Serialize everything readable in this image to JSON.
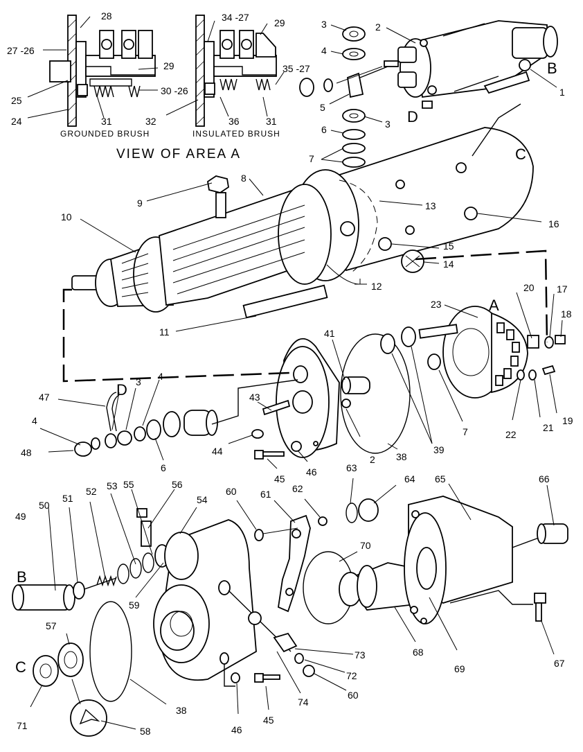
{
  "view": {
    "title": "VIEW OF AREA A",
    "caption_grounded": "GROUNDED BRUSH",
    "caption_insulated": "INSULATED BRUSH"
  },
  "area_letters": {
    "a": "A",
    "b_top": "B",
    "b_bottom": "B",
    "c_top": "C",
    "c_bottom": "C",
    "d_top": "D",
    "d_mid": "D"
  },
  "callouts": {
    "c1": "1",
    "c2": "2",
    "c2b": "2",
    "c3": "3",
    "c3b": "3",
    "c3c": "3",
    "c4": "4",
    "c4b": "4",
    "c4c": "4",
    "c5": "5",
    "c6": "6",
    "c6b": "6",
    "c7": "7",
    "c7b": "7",
    "c8": "8",
    "c9": "9",
    "c10": "10",
    "c11": "11",
    "c12": "12",
    "c13": "13",
    "c14": "14",
    "c15": "15",
    "c16": "16",
    "c17": "17",
    "c18": "18",
    "c19": "19",
    "c20": "20",
    "c21": "21",
    "c22": "22",
    "c23": "23",
    "c24": "24",
    "c25": "25",
    "c26": "27 -26",
    "c28": "28",
    "c29": "29",
    "c29b": "29",
    "c30": "30 -26",
    "c31": "31",
    "c31b": "31",
    "c32": "32",
    "c34": "34 -27",
    "c35": "35 -27",
    "c36": "36",
    "c38": "38",
    "c38b": "38",
    "c39": "39",
    "c41": "41",
    "c43": "43",
    "c44": "44",
    "c45": "45",
    "c45b": "45",
    "c46": "46",
    "c46b": "46",
    "c47": "47",
    "c48": "48",
    "c49": "49",
    "c50": "50",
    "c51": "51",
    "c52": "52",
    "c53": "53",
    "c54": "54",
    "c55": "55",
    "c56": "56",
    "c57": "57",
    "c58": "58",
    "c59": "59",
    "c60": "60",
    "c60b": "60",
    "c61": "61",
    "c62": "62",
    "c63": "63",
    "c64": "64",
    "c65": "65",
    "c66": "66",
    "c67": "67",
    "c68": "68",
    "c69": "69",
    "c70": "70",
    "c71": "71",
    "c72": "72",
    "c73": "73",
    "c74": "74"
  }
}
